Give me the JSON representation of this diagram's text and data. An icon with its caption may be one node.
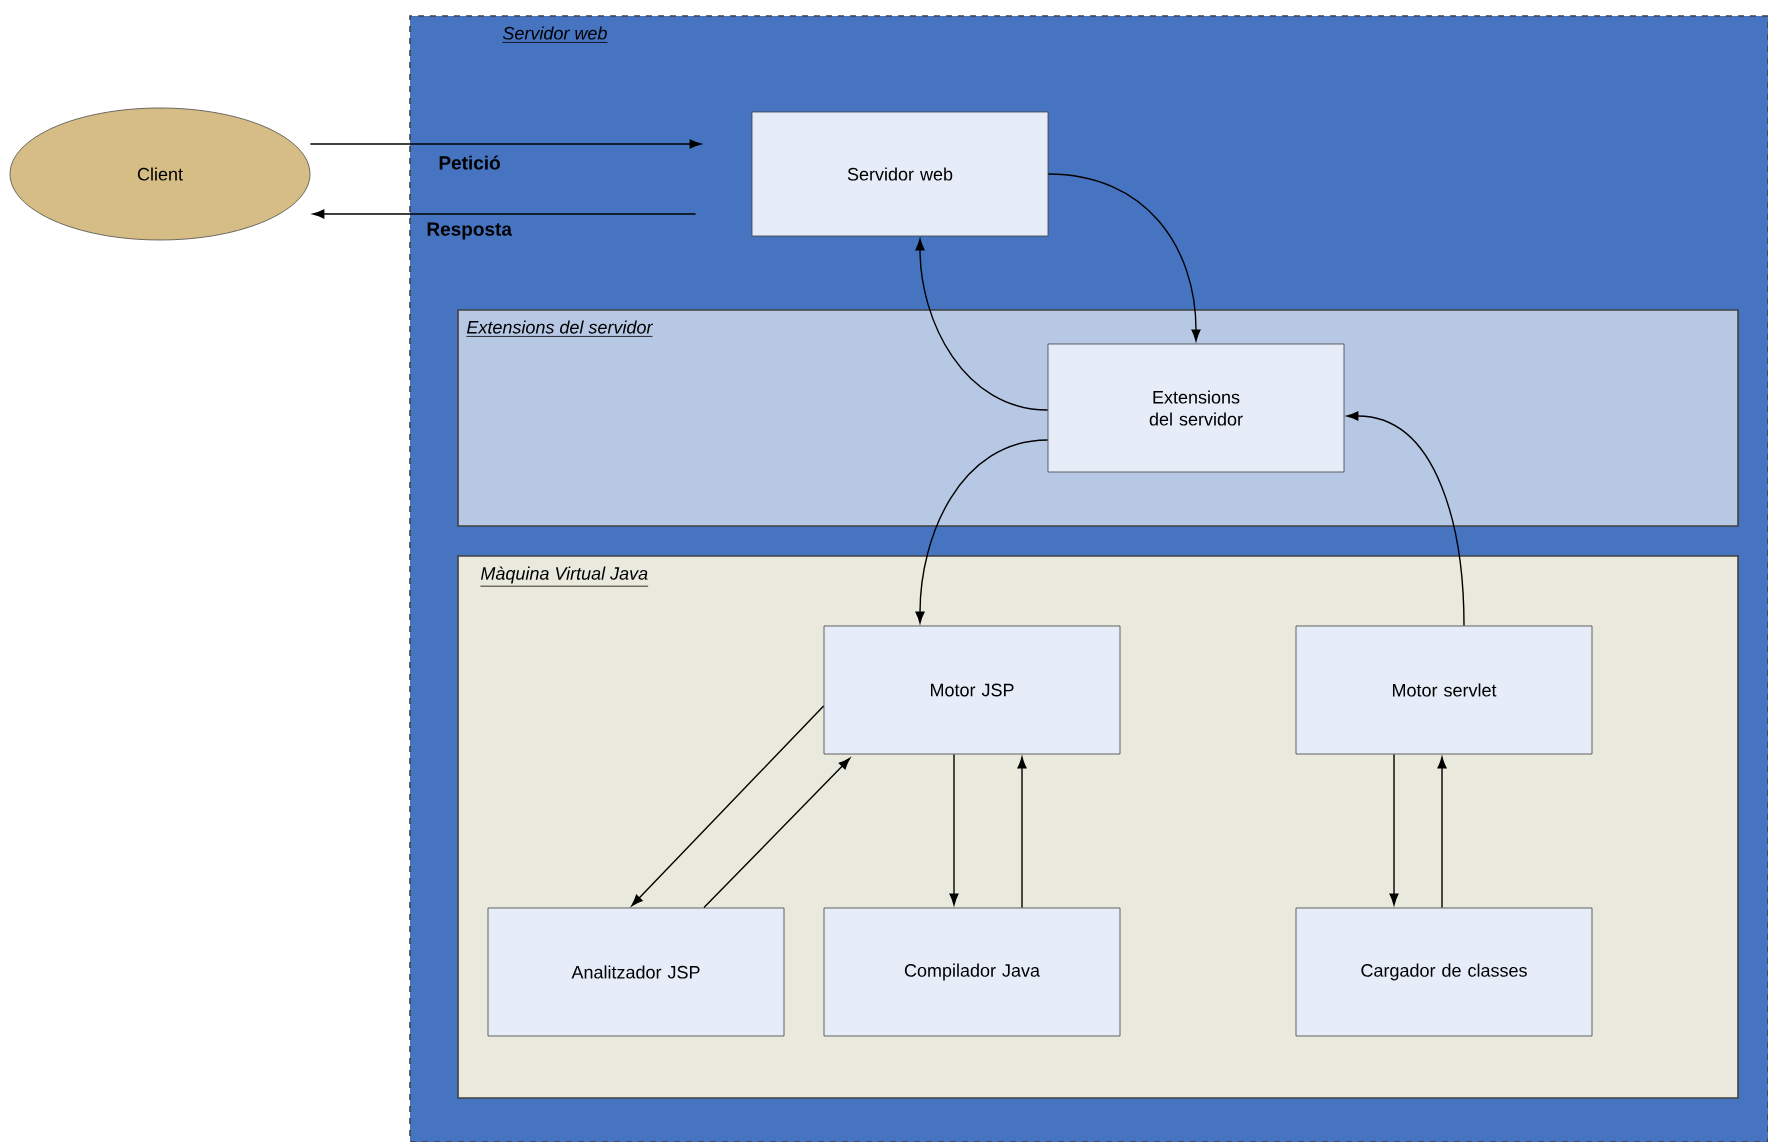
{
  "diagram": {
    "nodes": [
      {
        "text": [
          "Client"
        ]
      },
      {
        "text": [
          "Servidor web"
        ]
      },
      {
        "text": [
          "Extensions del servidor"
        ],
        "in": 1
      },
      {
        "text": [
          "Màquina Virtual Java"
        ],
        "in": 1
      },
      {
        "text": [
          "Servidor web"
        ],
        "in": 1
      },
      {
        "text": [
          "Extensions del servidor"
        ],
        "in": 2
      },
      {
        "text": [
          "Motor JSP"
        ],
        "in": 3
      },
      {
        "text": [
          "Motor servlet"
        ],
        "in": 3
      },
      {
        "text": [
          "Analitzador JSP"
        ],
        "in": 3
      },
      {
        "text": [
          "Compilador Java"
        ],
        "in": 3
      },
      {
        "text": [
          "Cargador de classes"
        ],
        "in": 3
      }
    ],
    "edges": [
      {
        "from": 0,
        "to": 4,
        "arrow": "to",
        "label": "Petició"
      },
      {
        "from": 4,
        "to": 0,
        "arrow": "to",
        "label": "Resposta"
      },
      {
        "from": 4,
        "to": 5,
        "arrow": "to"
      },
      {
        "from": 5,
        "to": 4,
        "arrow": "to"
      },
      {
        "from": 5,
        "to": 6,
        "arrow": "to"
      },
      {
        "from": 7,
        "to": 5,
        "arrow": "to"
      },
      {
        "from": 6,
        "to": 8,
        "arrow": "to"
      },
      {
        "from": 8,
        "to": 6,
        "arrow": "to"
      },
      {
        "from": 6,
        "to": 9,
        "arrow": "to"
      },
      {
        "from": 9,
        "to": 6,
        "arrow": "to"
      },
      {
        "from": 7,
        "to": 10,
        "arrow": "to"
      },
      {
        "from": 10,
        "to": 7,
        "arrow": "to"
      }
    ]
  }
}
